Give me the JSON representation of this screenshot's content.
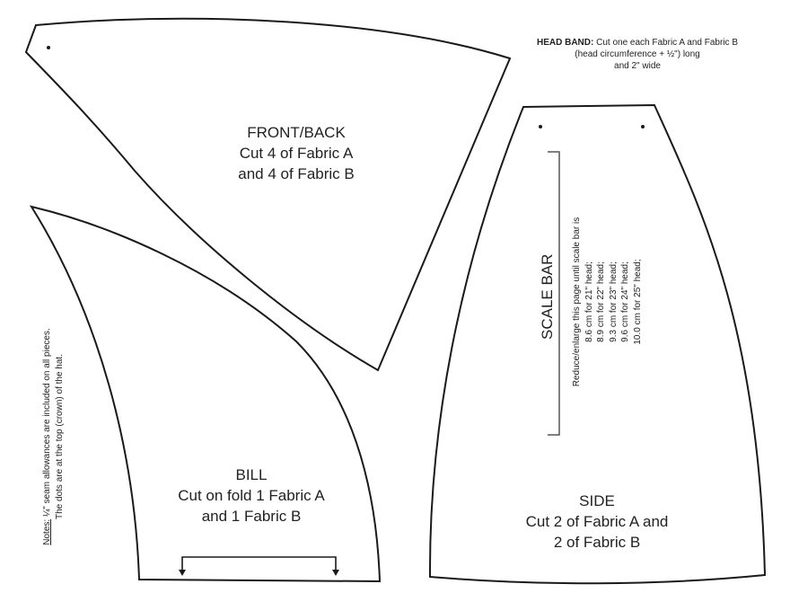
{
  "pieces": {
    "front_back": {
      "title": "FRONT/BACK",
      "line1": "Cut 4 of Fabric A",
      "line2": "and 4 of Fabric B"
    },
    "bill": {
      "title": "BILL",
      "line1": "Cut on fold 1 Fabric A",
      "line2": "and 1 Fabric B"
    },
    "side": {
      "title": "SIDE",
      "line1": "Cut 2 of Fabric A and",
      "line2": "2 of Fabric B"
    }
  },
  "head_band": {
    "label": "HEAD BAND:",
    "line1": "Cut one  each Fabric A and Fabric B",
    "line2": "(head circumference + ½\") long",
    "line3": "and 2\" wide"
  },
  "scale_bar": {
    "title": "SCALE BAR",
    "intro": "Reduce/enlarge this page  until scale bar is",
    "sizes": [
      "8.6 cm for 21\" head;",
      "8.9 cm for 22\" head;",
      "9.3 cm for 23\" head;",
      "9.6 cm for 24\" head;",
      "10.0 cm for 25\" head;"
    ]
  },
  "notes": {
    "label": "Notes:",
    "line1": "¼\" seam allowances are included on all pieces.",
    "line2": "The dots are at the top (crown) of the hat."
  },
  "colors": {
    "outline": "#1a1a1a",
    "scale_bar": "#555555",
    "text": "#222222"
  }
}
